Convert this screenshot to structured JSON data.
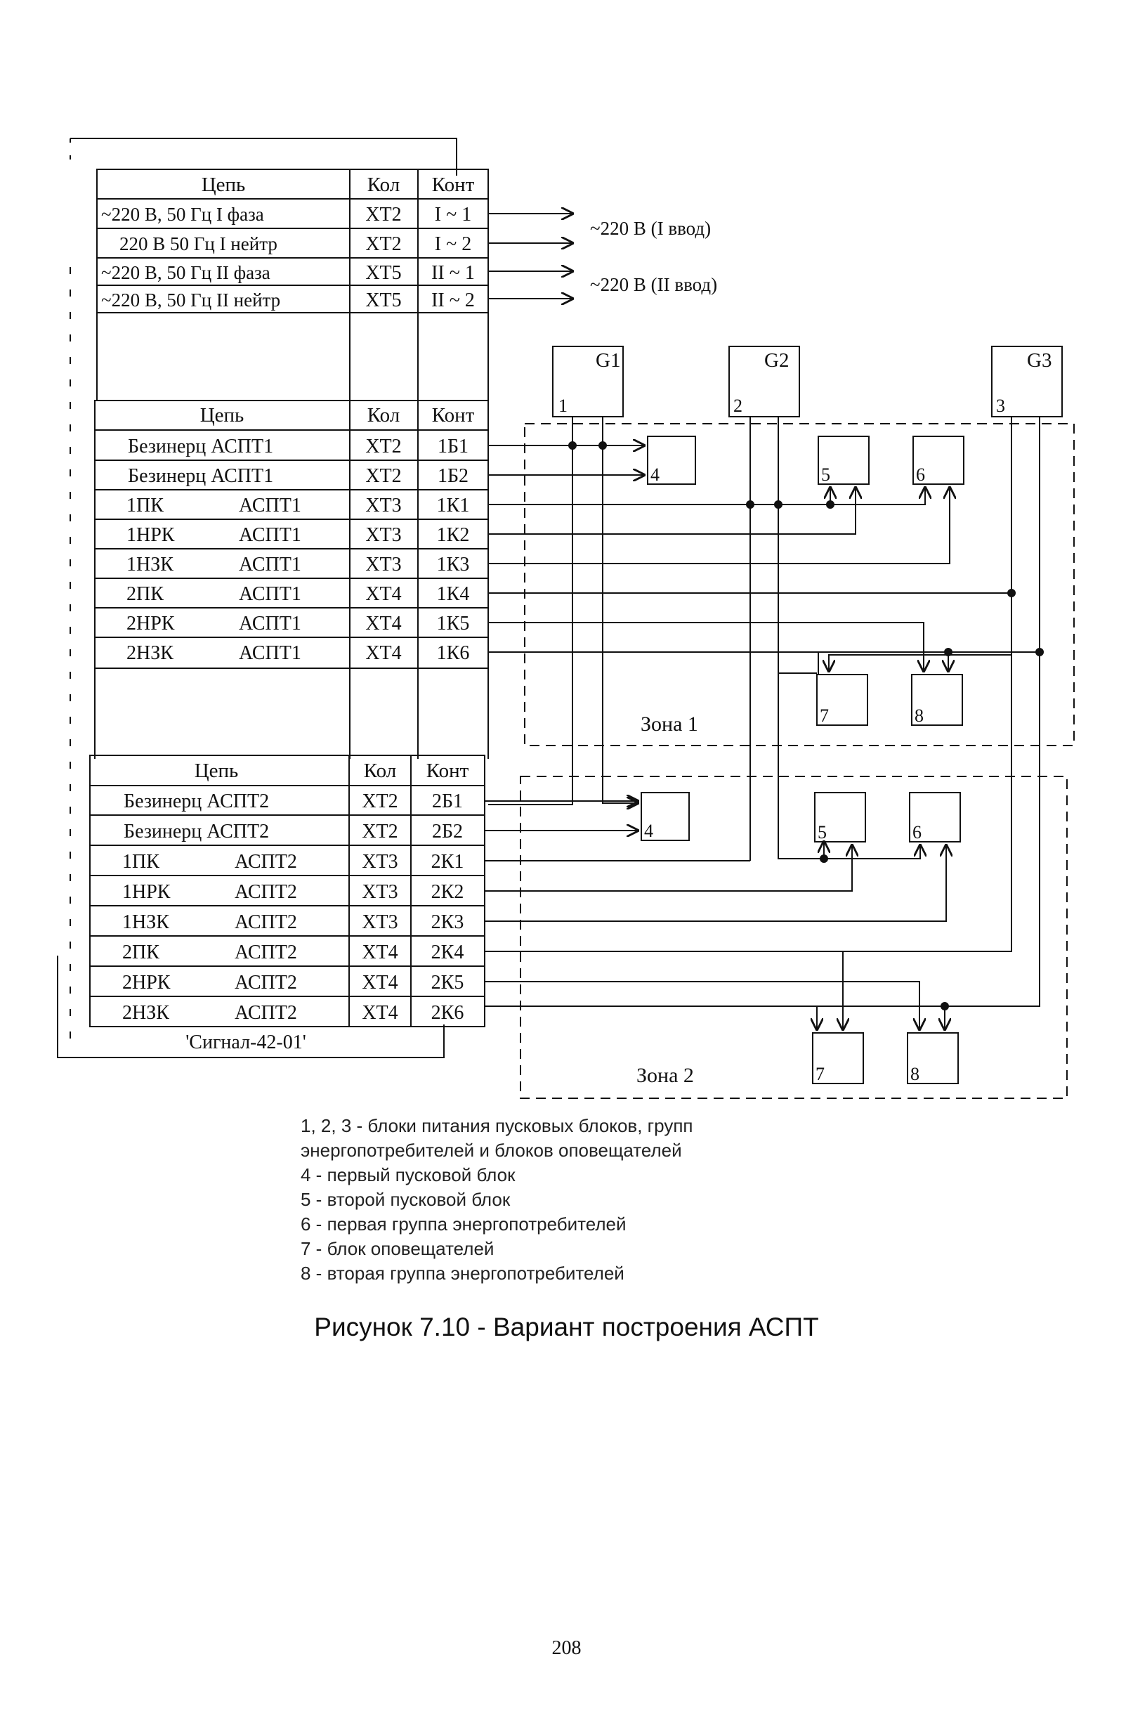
{
  "top_table": {
    "headers": [
      "Цепь",
      "Кол",
      "Конт"
    ],
    "rows": [
      [
        "~220 В, 50 Гц   I фаза",
        "XT2",
        "I ~ 1"
      ],
      [
        "220 В  50 Гц   I нейтр",
        "XT2",
        "I ~ 2"
      ],
      [
        "~220 В, 50 Гц   II фаза",
        "XT5",
        "II ~ 1"
      ],
      [
        "~220 В, 50 Гц   II нейтр",
        "XT5",
        "II ~ 2"
      ]
    ]
  },
  "inputs": [
    "~220 В (I ввод)",
    "~220 В (II ввод)"
  ],
  "zone1_table": {
    "headers": [
      "Цепь",
      "Кол",
      "Конт"
    ],
    "rows": [
      [
        "Безинерц   АСПТ1",
        "XT2",
        "1Б1"
      ],
      [
        "Безинерц   АСПТ1",
        "XT2",
        "1Б2"
      ],
      [
        "1ПК",
        "АСПТ1",
        "XT3",
        "1К1"
      ],
      [
        "1НРК",
        "АСПТ1",
        "XT3",
        "1К2"
      ],
      [
        "1НЗК",
        "АСПТ1",
        "XT3",
        "1К3"
      ],
      [
        "2ПК",
        "АСПТ1",
        "XT4",
        "1К4"
      ],
      [
        "2НРК",
        "АСПТ1",
        "XT4",
        "1К5"
      ],
      [
        "2НЗК",
        "АСПТ1",
        "XT4",
        "1К6"
      ]
    ]
  },
  "zone2_table": {
    "headers": [
      "Цепь",
      "Кол",
      "Конт"
    ],
    "rows": [
      [
        "Безинерц   АСПТ2",
        "XT2",
        "2Б1"
      ],
      [
        "Безинерц   АСПТ2",
        "XT2",
        "2Б2"
      ],
      [
        "1ПК",
        "АСПТ2",
        "XT3",
        "2К1"
      ],
      [
        "1НРК",
        "АСПТ2",
        "XT3",
        "2К2"
      ],
      [
        "1НЗК",
        "АСПТ2",
        "XT3",
        "2К3"
      ],
      [
        "2ПК",
        "АСПТ2",
        "XT4",
        "2К4"
      ],
      [
        "2НРК",
        "АСПТ2",
        "XT4",
        "2К5"
      ],
      [
        "2НЗК",
        "АСПТ2",
        "XT4",
        "2К6"
      ]
    ]
  },
  "device_label": "'Сигнал-42-01'",
  "supplies": [
    {
      "name": "G1",
      "num": "1"
    },
    {
      "name": "G2",
      "num": "2"
    },
    {
      "name": "G3",
      "num": "3"
    }
  ],
  "block_numbers": [
    "4",
    "5",
    "6",
    "7",
    "8"
  ],
  "zones": [
    "Зона 1",
    "Зона 2"
  ],
  "legend": [
    "1, 2, 3 - блоки питания пусковых блоков, групп",
    "энергопотребителей и блоков оповещателей",
    "4 - первый пусковой блок",
    "5 - второй пусковой блок",
    "6 - первая группа энергопотребителей",
    "7 - блок оповещателей",
    "8 - вторая группа энергопотребителей"
  ],
  "caption": "Рисунок 7.10 - Вариант построения АСПТ",
  "page_number": "208"
}
